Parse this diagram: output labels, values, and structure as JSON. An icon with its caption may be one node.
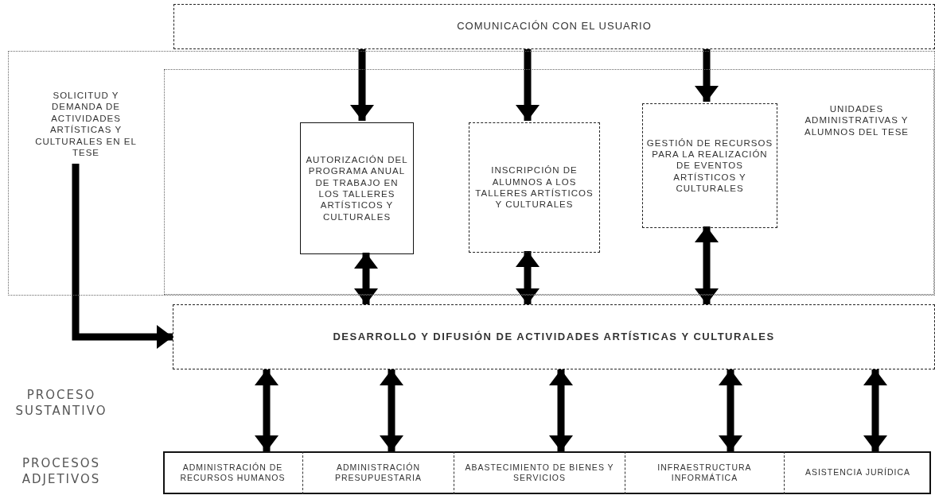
{
  "diagram": {
    "nodes": [
      {
        "text": [
          "COMUNICACIÓN CON EL USUARIO"
        ]
      },
      {
        "text": [],
        "shape": "box"
      },
      {
        "text": [
          "SOLICITUD Y DEMANDA DE ACTIVIDADES ARTÍSTICAS Y CULTURALES EN EL TESE"
        ],
        "in": 1
      },
      {
        "text": [
          "UNIDADES ADMINISTRATIVAS Y ALUMNOS DEL TESE"
        ],
        "in": 1
      },
      {
        "text": [
          "AUTORIZACIÓN DEL PROGRAMA ANUAL DE TRABAJO EN LOS TALLERES ARTÍSTICOS Y CULTURALES"
        ],
        "in": 3
      },
      {
        "text": [
          "INSCRIPCIÓN DE ALUMNOS A LOS TALLERES ARTÍSTICOS Y CULTURALES"
        ],
        "in": 3
      },
      {
        "text": [
          "GESTIÓN DE RECURSOS PARA LA REALIZACIÓN DE EVENTOS ARTÍSTICOS Y CULTURALES"
        ],
        "in": 3
      },
      {
        "text": [
          "DESARROLLO Y DIFUSIÓN DE ACTIVIDADES ARTÍSTICAS Y CULTURALES"
        ]
      },
      {
        "text": [],
        "shape": "box"
      },
      {
        "text": [
          "ADMINISTRACIÓN DE RECURSOS HUMANOS"
        ],
        "in": 8
      },
      {
        "text": [
          "ADMINISTRACIÓN PRESUPUESTARIA"
        ],
        "in": 8
      },
      {
        "text": [
          "ABASTECIMIENTO DE BIENES Y SERVICIOS"
        ],
        "in": 8
      },
      {
        "text": [
          "INFRAESTRUCTURA INFORMÁTICA"
        ],
        "in": 8
      },
      {
        "text": [
          "ASISTENCIA JURÍDICA"
        ],
        "in": 8
      }
    ],
    "edges": [
      {
        "from": 0,
        "to": 4,
        "arrow": "to"
      },
      {
        "from": 0,
        "to": 5,
        "arrow": "to"
      },
      {
        "from": 0,
        "to": 6,
        "arrow": "to"
      },
      {
        "from": 2,
        "to": 7,
        "arrow": "to"
      },
      {
        "from": 4,
        "to": 7,
        "arrow": "both"
      },
      {
        "from": 5,
        "to": 7,
        "arrow": "both"
      },
      {
        "from": 6,
        "to": 7,
        "arrow": "both"
      },
      {
        "from": 7,
        "to": 9,
        "arrow": "both"
      },
      {
        "from": 7,
        "to": 10,
        "arrow": "both"
      },
      {
        "from": 7,
        "to": 11,
        "arrow": "both"
      },
      {
        "from": 7,
        "to": 12,
        "arrow": "both"
      },
      {
        "from": 7,
        "to": 13,
        "arrow": "both"
      }
    ],
    "labels": [
      "PROCESO SUSTANTIVO",
      "PROCESOS ADJETIVOS"
    ]
  }
}
